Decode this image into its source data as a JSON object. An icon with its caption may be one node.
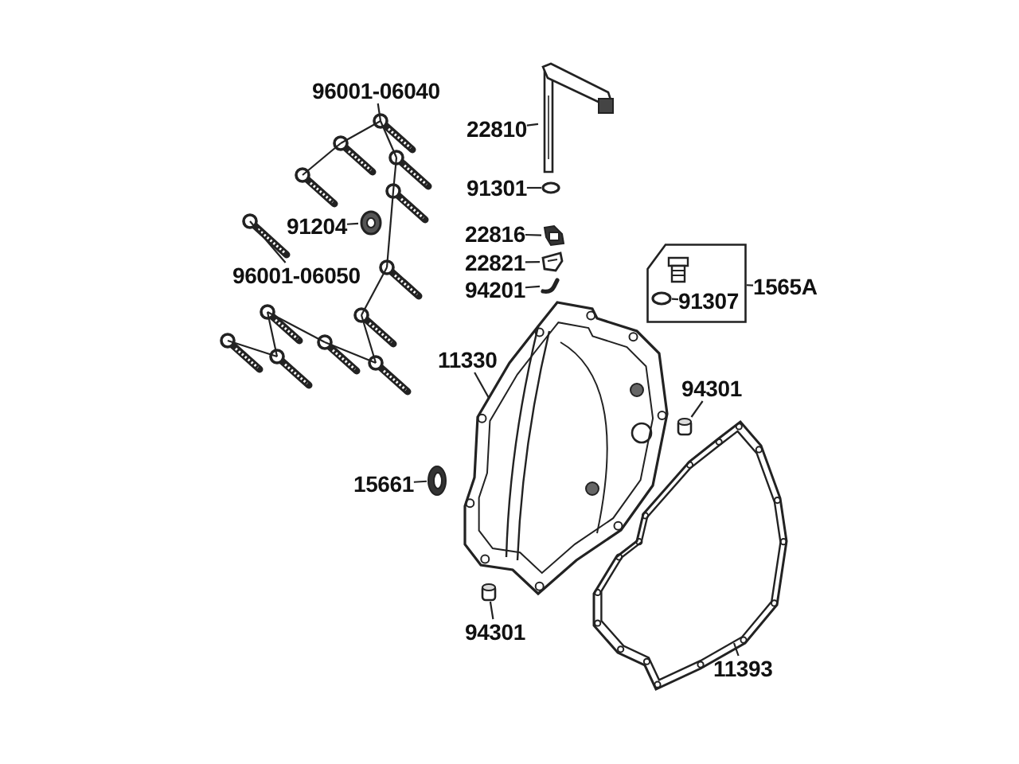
{
  "diagram": {
    "nodes": [
      {
        "text": [
          "96001-06040"
        ]
      },
      {
        "text": [],
        "shape": "picture"
      },
      {
        "text": [],
        "shape": "picture"
      },
      {
        "text": [],
        "shape": "picture"
      },
      {
        "text": [],
        "shape": "picture"
      },
      {
        "text": [],
        "shape": "picture"
      },
      {
        "text": [],
        "shape": "picture"
      },
      {
        "text": [],
        "shape": "picture"
      },
      {
        "text": [
          "91204"
        ]
      },
      {
        "text": [],
        "shape": "picture"
      },
      {
        "text": [
          "96001-06050"
        ]
      },
      {
        "text": [],
        "shape": "picture"
      },
      {
        "text": [],
        "shape": "picture"
      },
      {
        "text": [],
        "shape": "picture"
      },
      {
        "text": [],
        "shape": "picture"
      },
      {
        "text": [],
        "shape": "picture"
      },
      {
        "text": [],
        "shape": "picture"
      },
      {
        "text": [
          "22810"
        ]
      },
      {
        "text": [],
        "shape": "picture"
      },
      {
        "text": [
          "91301"
        ]
      },
      {
        "text": [],
        "shape": "circle"
      },
      {
        "text": [
          "22816"
        ]
      },
      {
        "text": [],
        "shape": "picture"
      },
      {
        "text": [
          "22821"
        ]
      },
      {
        "text": [],
        "shape": "picture"
      },
      {
        "text": [
          "94201"
        ]
      },
      {
        "text": [],
        "shape": "picture"
      },
      {
        "text": [],
        "shape": "box"
      },
      {
        "text": [],
        "shape": "circle",
        "in": 27
      },
      {
        "text": [
          "91307"
        ],
        "in": 27
      },
      {
        "text": [
          "1565A"
        ]
      },
      {
        "text": [
          "11330"
        ]
      },
      {
        "text": [],
        "shape": "picture"
      },
      {
        "text": [
          "94301"
        ]
      },
      {
        "text": [],
        "shape": "cylinder"
      },
      {
        "text": [
          "15661"
        ]
      },
      {
        "text": [],
        "shape": "picture"
      },
      {
        "text": [
          "94301"
        ]
      },
      {
        "text": [],
        "shape": "cylinder"
      },
      {
        "text": [
          "11393"
        ]
      },
      {
        "text": [],
        "shape": "picture"
      }
    ],
    "edges": [
      {
        "from": 0,
        "to": 1,
        "arrow": "none"
      },
      {
        "from": 1,
        "to": 2,
        "arrow": "none"
      },
      {
        "from": 2,
        "to": 3,
        "arrow": "none"
      },
      {
        "from": 1,
        "to": 4,
        "arrow": "none"
      },
      {
        "from": 4,
        "to": 5,
        "arrow": "none"
      },
      {
        "from": 5,
        "to": 6,
        "arrow": "none"
      },
      {
        "from": 6,
        "to": 7,
        "arrow": "none"
      },
      {
        "from": 8,
        "to": 9,
        "arrow": "none"
      },
      {
        "from": 10,
        "to": 11,
        "arrow": "none"
      },
      {
        "from": 12,
        "to": 14,
        "arrow": "none"
      },
      {
        "from": 12,
        "to": 15,
        "arrow": "none"
      },
      {
        "from": 13,
        "to": 14,
        "arrow": "none"
      },
      {
        "from": 15,
        "to": 16,
        "arrow": "none"
      },
      {
        "from": 7,
        "to": 16,
        "arrow": "none"
      },
      {
        "from": 17,
        "to": 18,
        "arrow": "none"
      },
      {
        "from": 19,
        "to": 20,
        "arrow": "none"
      },
      {
        "from": 21,
        "to": 22,
        "arrow": "none"
      },
      {
        "from": 23,
        "to": 24,
        "arrow": "none"
      },
      {
        "from": 25,
        "to": 26,
        "arrow": "none"
      },
      {
        "from": 30,
        "to": 27,
        "arrow": "none"
      },
      {
        "from": 29,
        "to": 28,
        "arrow": "none"
      },
      {
        "from": 31,
        "to": 32,
        "arrow": "none"
      },
      {
        "from": 33,
        "to": 34,
        "arrow": "none"
      },
      {
        "from": 35,
        "to": 36,
        "arrow": "none"
      },
      {
        "from": 37,
        "to": 38,
        "arrow": "none"
      },
      {
        "from": 39,
        "to": 40,
        "arrow": "none"
      }
    ]
  }
}
